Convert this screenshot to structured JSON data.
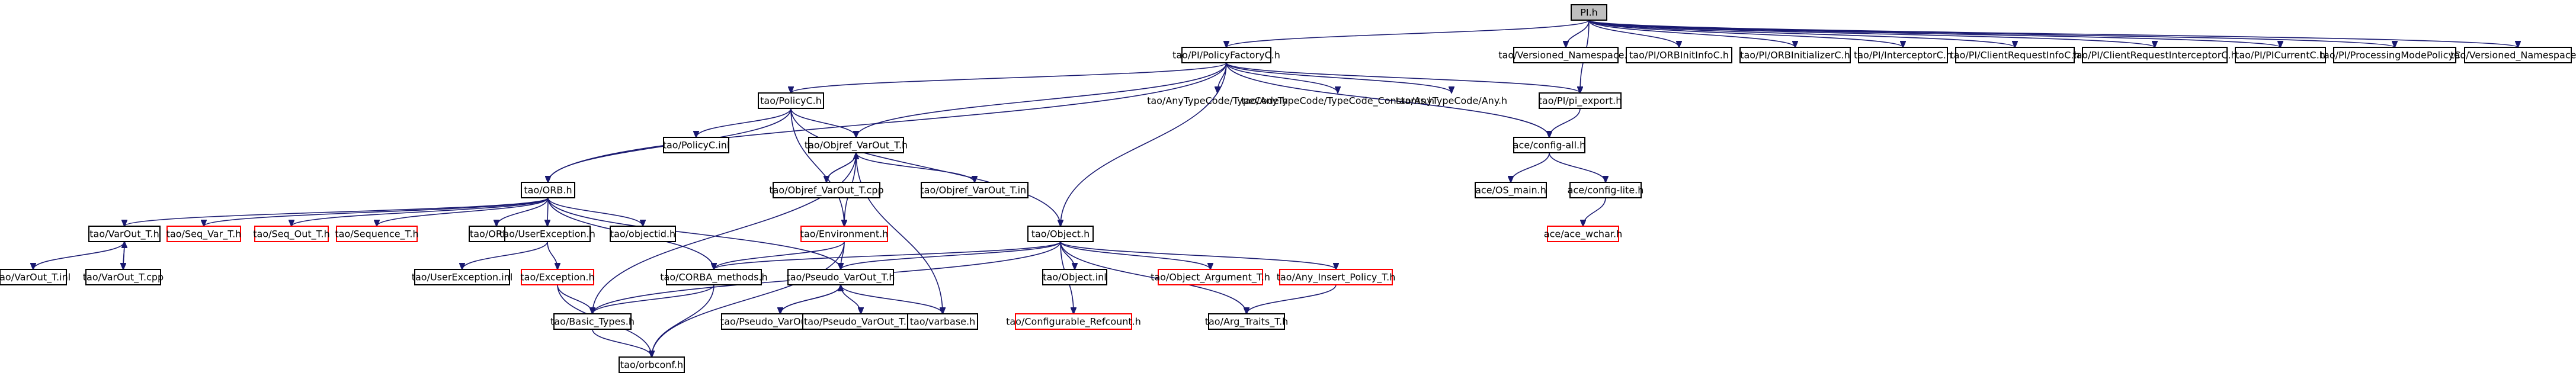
{
  "colors": {
    "edge": "#191970",
    "border_normal": "#000000",
    "border_missing": "#ff0000",
    "root_fill": "#bfbfbf"
  },
  "nodes": [
    {
      "id": "pi_h",
      "label": "PI.h",
      "root": true
    },
    {
      "id": "policyfactory",
      "label": "tao/PI/PolicyFactoryC.h"
    },
    {
      "id": "vns1",
      "label": "tao/Versioned_Namespace.h"
    },
    {
      "id": "orbinitinfo",
      "label": "tao/PI/ORBInitInfoC.h"
    },
    {
      "id": "orbinitializer",
      "label": "tao/PI/ORBInitializerC.h"
    },
    {
      "id": "interceptor",
      "label": "tao/PI/InterceptorC.h"
    },
    {
      "id": "clientreqinfo",
      "label": "tao/PI/ClientRequestInfoC.h"
    },
    {
      "id": "clientreqinterceptor",
      "label": "tao/PI/ClientRequestInterceptorC.h"
    },
    {
      "id": "picurrent",
      "label": "tao/PI/PICurrentC.h"
    },
    {
      "id": "procmodepolicy",
      "label": "tao/PI/ProcessingModePolicyC.h"
    },
    {
      "id": "vns2",
      "label": "tao/Versioned_Namespace.h"
    },
    {
      "id": "policyc",
      "label": "tao/PolicyC.h"
    },
    {
      "id": "anytypecode",
      "label": "tao/AnyTypeCode/TypeCode.h",
      "plain": true
    },
    {
      "id": "tc_constants",
      "label": "tao/AnyTypeCode/TypeCode_Constants.h",
      "plain": true
    },
    {
      "id": "anyh",
      "label": "tao/AnyTypeCode/Any.h",
      "plain": true
    },
    {
      "id": "pi_export",
      "label": "tao/PI/pi_export.h"
    },
    {
      "id": "policyc_inl",
      "label": "tao/PolicyC.inl"
    },
    {
      "id": "objref_vt",
      "label": "tao/Objref_VarOut_T.h"
    },
    {
      "id": "config_all",
      "label": "ace/config-all.h"
    },
    {
      "id": "orb_h",
      "label": "tao/ORB.h"
    },
    {
      "id": "objref_cpp",
      "label": "tao/Objref_VarOut_T.cpp"
    },
    {
      "id": "objref_inl",
      "label": "tao/Objref_VarOut_T.inl"
    },
    {
      "id": "os_main",
      "label": "ace/OS_main.h"
    },
    {
      "id": "config_lite",
      "label": "ace/config-lite.h"
    },
    {
      "id": "varout_t",
      "label": "tao/VarOut_T.h"
    },
    {
      "id": "seq_var",
      "label": "tao/Seq_Var_T.h",
      "red": true
    },
    {
      "id": "seq_out",
      "label": "tao/Seq_Out_T.h",
      "red": true
    },
    {
      "id": "sequence_t",
      "label": "tao/Sequence_T.h",
      "red": true
    },
    {
      "id": "orb_inl",
      "label": "tao/ORB.inl"
    },
    {
      "id": "userexc",
      "label": "tao/UserException.h"
    },
    {
      "id": "objectid",
      "label": "tao/objectid.h"
    },
    {
      "id": "environment",
      "label": "tao/Environment.h",
      "red": true
    },
    {
      "id": "object_h",
      "label": "tao/Object.h"
    },
    {
      "id": "ace_wchar",
      "label": "ace/ace_wchar.h",
      "red": true
    },
    {
      "id": "varout_inl",
      "label": "tao/VarOut_T.inl"
    },
    {
      "id": "varout_cpp",
      "label": "tao/VarOut_T.cpp"
    },
    {
      "id": "userexc_inl",
      "label": "tao/UserException.inl"
    },
    {
      "id": "exception_h",
      "label": "tao/Exception.h",
      "red": true
    },
    {
      "id": "corba_methods",
      "label": "tao/CORBA_methods.h"
    },
    {
      "id": "pseudo_vt",
      "label": "tao/Pseudo_VarOut_T.h"
    },
    {
      "id": "object_inl",
      "label": "tao/Object.inl"
    },
    {
      "id": "object_arg",
      "label": "tao/Object_Argument_T.h",
      "red": true
    },
    {
      "id": "any_insert",
      "label": "tao/Any_Insert_Policy_T.h",
      "red": true
    },
    {
      "id": "basic_types",
      "label": "tao/Basic_Types.h"
    },
    {
      "id": "pseudo_cpp",
      "label": "tao/Pseudo_VarOut_T.cpp"
    },
    {
      "id": "pseudo_inl",
      "label": "tao/Pseudo_VarOut_T.inl"
    },
    {
      "id": "varbase",
      "label": "tao/varbase.h"
    },
    {
      "id": "configurable_refcount",
      "label": "tao/Configurable_Refcount.h",
      "red": true
    },
    {
      "id": "arg_traits",
      "label": "tao/Arg_Traits_T.h"
    },
    {
      "id": "orbconf",
      "label": "tao/orbconf.h"
    }
  ]
}
